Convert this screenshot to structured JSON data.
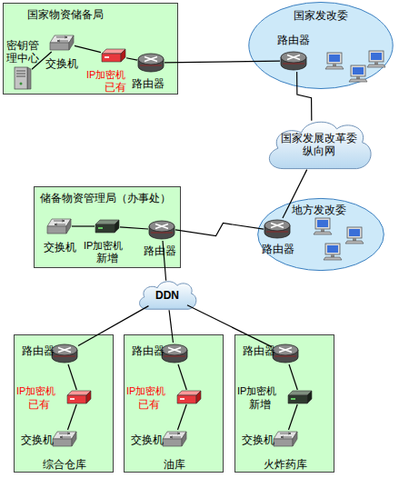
{
  "diagram": {
    "nodes": [
      {
        "text": [
          "国家物资储备局"
        ]
      },
      {
        "text": [
          "密钥管理中心"
        ],
        "in": 0
      },
      {
        "text": [
          "交换机"
        ],
        "in": 0
      },
      {
        "text": [
          "IP加密机",
          "已有"
        ],
        "in": 0
      },
      {
        "text": [
          "路由器"
        ],
        "in": 0
      },
      {
        "text": [
          "国家发改委"
        ]
      },
      {
        "text": [
          "路由器"
        ],
        "in": 5
      },
      {
        "text": [
          "国家发展改革委纵向网"
        ]
      },
      {
        "text": [
          "储备物资管理局（办事处）"
        ]
      },
      {
        "text": [
          "交换机"
        ],
        "in": 8
      },
      {
        "text": [
          "IP加密机",
          "新增"
        ],
        "in": 8
      },
      {
        "text": [
          "路由器"
        ],
        "in": 8
      },
      {
        "text": [
          "地方发改委"
        ]
      },
      {
        "text": [
          "路由器"
        ],
        "in": 12
      },
      {
        "text": [
          "DDN"
        ]
      },
      {
        "text": [
          "综合仓库"
        ]
      },
      {
        "text": [
          "路由器"
        ],
        "in": 15
      },
      {
        "text": [
          "IP加密机",
          "已有"
        ],
        "in": 15
      },
      {
        "text": [
          "交换机"
        ],
        "in": 15
      },
      {
        "text": [
          "油库"
        ]
      },
      {
        "text": [
          "路由器"
        ],
        "in": 19
      },
      {
        "text": [
          "IP加密机",
          "已有"
        ],
        "in": 19
      },
      {
        "text": [
          "交换机"
        ],
        "in": 19
      },
      {
        "text": [
          "火炸药库"
        ]
      },
      {
        "text": [
          "路由器"
        ],
        "in": 23
      },
      {
        "text": [
          "IP加密机",
          "新增"
        ],
        "in": 23
      },
      {
        "text": [
          "交换机"
        ],
        "in": 23
      }
    ],
    "edges": [
      {
        "from": 1,
        "to": 2,
        "arrow": "none"
      },
      {
        "from": 2,
        "to": 3,
        "arrow": "none"
      },
      {
        "from": 3,
        "to": 4,
        "arrow": "none"
      },
      {
        "from": 4,
        "to": 6,
        "arrow": "none"
      },
      {
        "from": 6,
        "to": 7,
        "arrow": "none"
      },
      {
        "from": 7,
        "to": 13,
        "arrow": "none"
      },
      {
        "from": 9,
        "to": 10,
        "arrow": "none"
      },
      {
        "from": 10,
        "to": 11,
        "arrow": "none"
      },
      {
        "from": 11,
        "to": 13,
        "arrow": "none"
      },
      {
        "from": 11,
        "to": 14,
        "arrow": "none"
      },
      {
        "from": 14,
        "to": 16,
        "arrow": "none"
      },
      {
        "from": 14,
        "to": 20,
        "arrow": "none"
      },
      {
        "from": 14,
        "to": 24,
        "arrow": "none"
      },
      {
        "from": 16,
        "to": 17,
        "arrow": "none"
      },
      {
        "from": 17,
        "to": 18,
        "arrow": "none"
      },
      {
        "from": 20,
        "to": 21,
        "arrow": "none"
      },
      {
        "from": 21,
        "to": 22,
        "arrow": "none"
      },
      {
        "from": 24,
        "to": 25,
        "arrow": "none"
      },
      {
        "from": 25,
        "to": 26,
        "arrow": "none"
      }
    ]
  }
}
